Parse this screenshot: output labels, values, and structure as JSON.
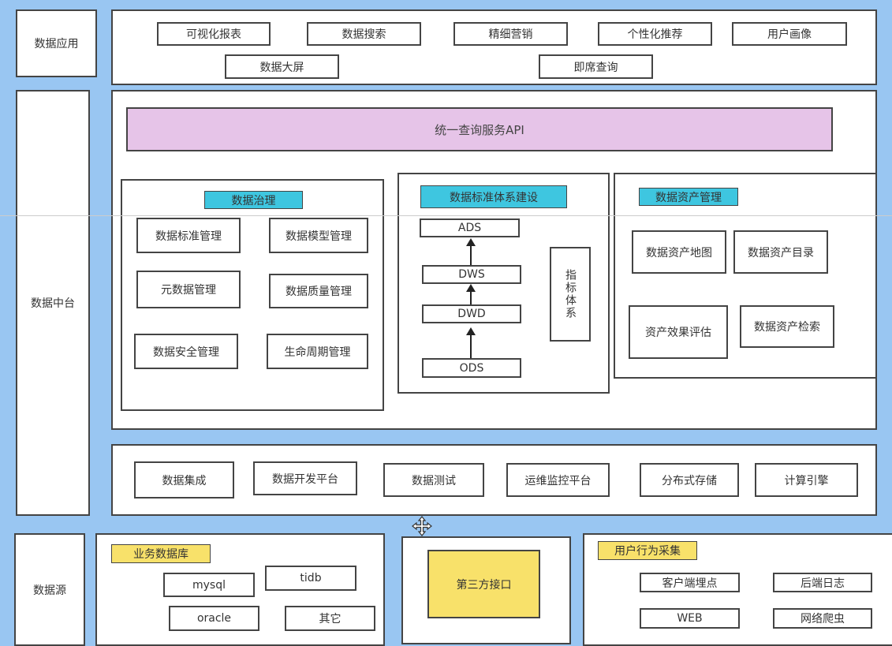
{
  "layers": {
    "app": "数据应用",
    "middle": "数据中台",
    "source": "数据源"
  },
  "app_items": [
    "可视化报表",
    "数据搜索",
    "精细营销",
    "个性化推荐",
    "用户画像",
    "数据大屏",
    "即席查询"
  ],
  "api": "统一查询服务API",
  "governance": {
    "title": "数据治理",
    "items": [
      "数据标准管理",
      "数据模型管理",
      "元数据管理",
      "数据质量管理",
      "数据安全管理",
      "生命周期管理"
    ]
  },
  "standard": {
    "title": "数据标准体系建设",
    "layers": [
      "ADS",
      "DWS",
      "DWD",
      "ODS"
    ],
    "metric": "指标体系"
  },
  "asset": {
    "title": "数据资产管理",
    "items": [
      "数据资产地图",
      "数据资产目录",
      "资产效果评估",
      "数据资产检索"
    ]
  },
  "platform_items": [
    "数据集成",
    "数据开发平台",
    "数据测试",
    "运维监控平台",
    "分布式存储",
    "计算引擎"
  ],
  "business_db": {
    "title": "业务数据库",
    "items": [
      "mysql",
      "tidb",
      "oracle",
      "其它"
    ]
  },
  "third_party": "第三方接口",
  "behavior": {
    "title": "用户行为采集",
    "items": [
      "客户端埋点",
      "后端日志",
      "WEB",
      "网络爬虫"
    ]
  },
  "move_icon": "move-icon"
}
